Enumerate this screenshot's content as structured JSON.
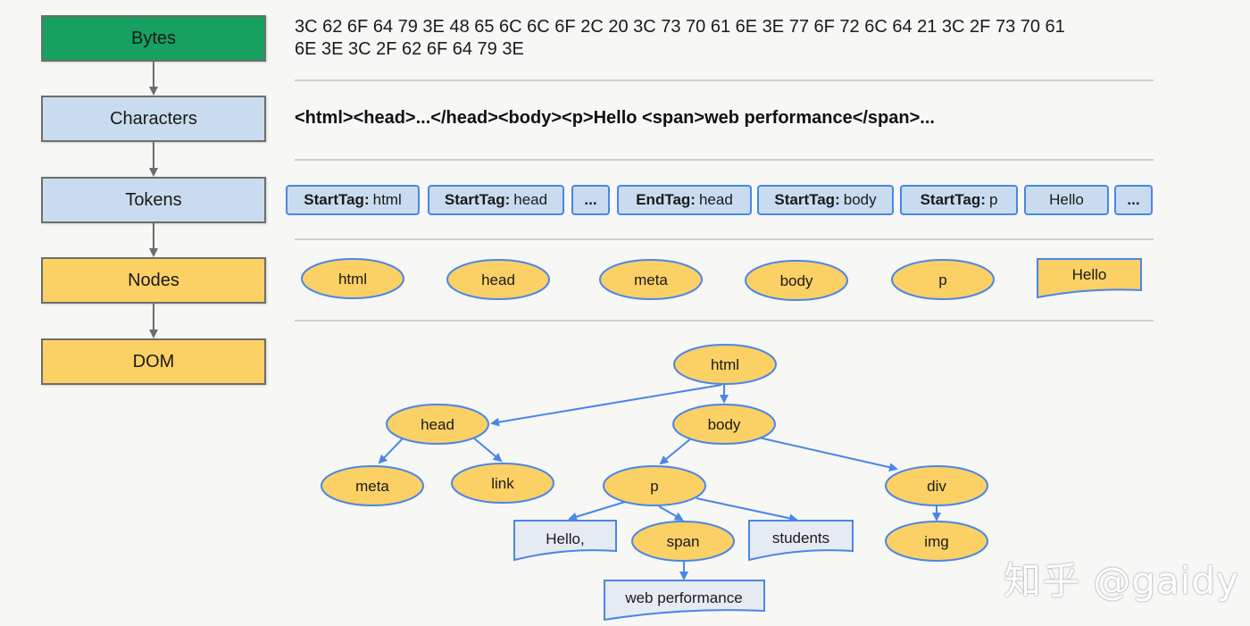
{
  "stages": [
    "Bytes",
    "Characters",
    "Tokens",
    "Nodes",
    "DOM"
  ],
  "bytes_line1": "3C 62 6F 64 79 3E 48 65 6C 6C 6F 2C 20 3C 73 70 61 6E 3E 77 6F 72 6C 64 21 3C 2F 73 70 61",
  "bytes_line2": "6E 3E 3C 2F 62 6F 64 79 3E",
  "characters": "<html><head>...</head><body><p>Hello <span>web performance</span>...",
  "tokens": [
    {
      "bold": "StartTag:",
      "text": "html"
    },
    {
      "bold": "StartTag:",
      "text": "head"
    },
    {
      "bold": "...",
      "text": ""
    },
    {
      "bold": "EndTag:",
      "text": "head"
    },
    {
      "bold": "StartTag:",
      "text": "body"
    },
    {
      "bold": "StartTag:",
      "text": "p"
    },
    {
      "bold": "",
      "text": "Hello"
    },
    {
      "bold": "...",
      "text": ""
    }
  ],
  "nodes": [
    "html",
    "head",
    "meta",
    "body",
    "p",
    "Hello"
  ],
  "dom_tree": {
    "html": "html",
    "head": "head",
    "body": "body",
    "meta": "meta",
    "link": "link",
    "p": "p",
    "div": "div",
    "hello_text": "Hello,",
    "span": "span",
    "students_text": "students",
    "img": "img",
    "web_performance_text": "web performance"
  },
  "watermark": "知乎 @gaidy",
  "colors": {
    "bytes": "#16a160",
    "blue_box": "#c9dcef",
    "yellow_node": "#fbd065",
    "arrow_blue": "#4a86e8",
    "text_node_fill": "#e6eaf2"
  }
}
